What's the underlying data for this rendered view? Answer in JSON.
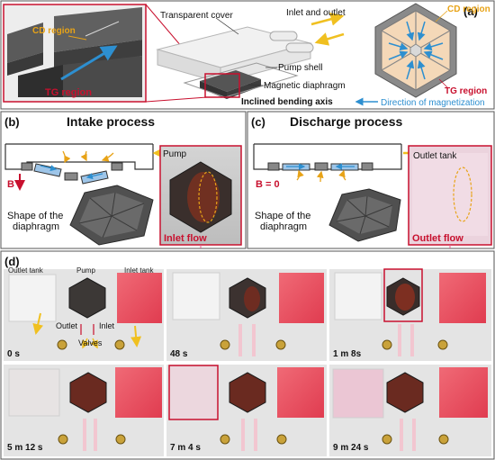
{
  "panel_a": {
    "label": "(a)",
    "cd_region": "CD region",
    "tg_region": "TG region",
    "transparent_cover": "Transparent cover",
    "inlet_outlet": "Inlet and outlet",
    "pump_shell": "Pump shell",
    "magnetic_diaphragm": "Magnetic diaphragm",
    "inclined_axis": "Inclined bending axis",
    "hex_cd_region": "CD region",
    "hex_tg_region": "TG region",
    "direction_magnetization": "Direction of magnetization"
  },
  "panel_b": {
    "label": "(b)",
    "title": "Intake process",
    "field": "B",
    "shape_label_1": "Shape of the",
    "shape_label_2": "diaphragm",
    "pump": "Pump",
    "inlet_flow": "Inlet flow"
  },
  "panel_c": {
    "label": "(c)",
    "title": "Discharge process",
    "field": "B = 0",
    "shape_label_1": "Shape of the",
    "shape_label_2": "diaphragm",
    "outlet_tank": "Outlet tank",
    "outlet_flow": "Outlet flow"
  },
  "panel_d": {
    "label": "(d)",
    "outlet_tank": "Outlet tank",
    "pump": "Pump",
    "inlet_tank": "Inlet tank",
    "outlet": "Outlet",
    "inlet": "Inlet",
    "valves": "Valves",
    "frames": [
      {
        "time": "0 s"
      },
      {
        "time": "48 s"
      },
      {
        "time": "1 m 8s"
      },
      {
        "time": "5 m 12 s"
      },
      {
        "time": "7 m 4 s"
      },
      {
        "time": "9 m 24 s"
      }
    ]
  },
  "colors": {
    "red_accent": "#c8102e",
    "cd_yellow": "#e8a317",
    "magnetization_blue": "#2d8fd0",
    "inlet_red": "#e8505d",
    "dashed_pink": "#e05a8a"
  }
}
